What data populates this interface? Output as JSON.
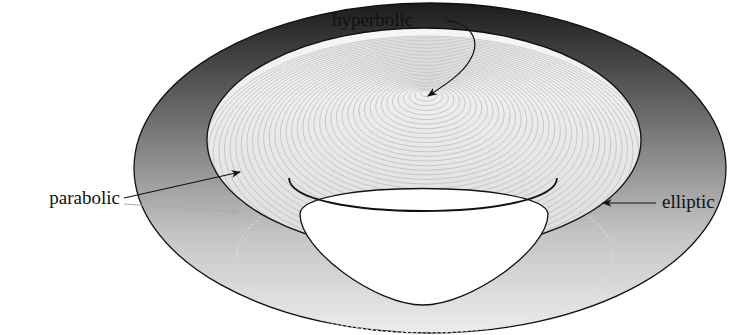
{
  "diagram": {
    "labels": [
      "hyperbolic",
      "parabolic",
      "elliptic"
    ]
  }
}
